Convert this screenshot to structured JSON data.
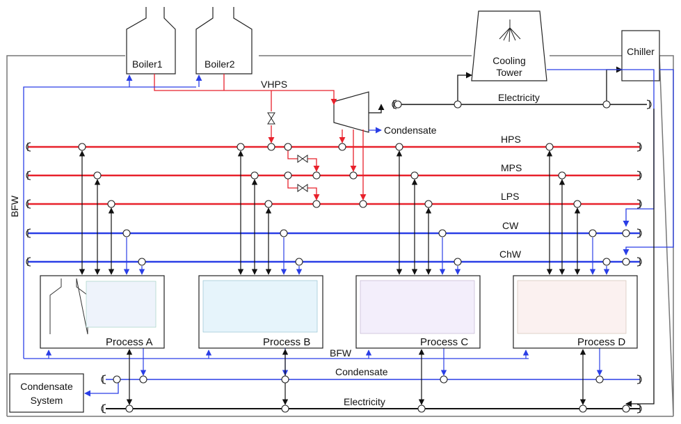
{
  "boilers": [
    "Boiler1",
    "Boiler2"
  ],
  "cooling_tower": [
    "Cooling",
    "Tower"
  ],
  "chiller": "Chiller",
  "turbine_output": "Condensate",
  "headers": {
    "vhps": "VHPS",
    "electricity_top": "Electricity",
    "hps": "HPS",
    "mps": "MPS",
    "lps": "LPS",
    "cw": "CW",
    "chw": "ChW",
    "bfw_side": "BFW",
    "bfw_bottom": "BFW",
    "condensate_bottom": "Condensate",
    "electricity_bottom": "Electricity"
  },
  "processes": [
    "Process A",
    "Process B",
    "Process C",
    "Process D"
  ],
  "condensate_system": [
    "Condensate",
    "System"
  ],
  "colors": {
    "steam": "#e8212b",
    "water": "#2a3ee6",
    "power": "#111111",
    "utility_border": "#777777"
  }
}
